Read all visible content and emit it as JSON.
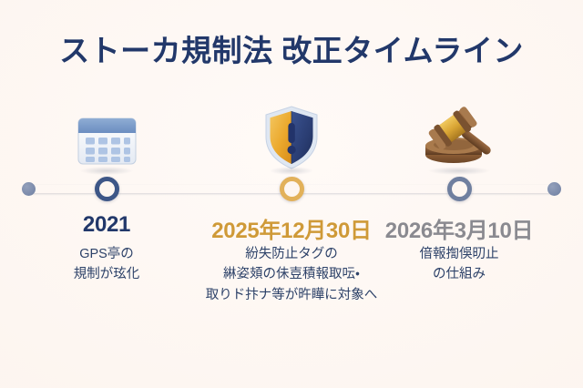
{
  "page": {
    "title": "ストーカ規制法 改正タイムライン",
    "background_color": "#fdf6f1"
  },
  "colors": {
    "title_navy": "#22386a",
    "accent_gold": "#cf9a38",
    "muted_gray": "#8a8a90",
    "axis_navy": "#2b3f66",
    "node_blue": "#3d5687",
    "node_gold": "#e2b15a",
    "node_gray": "#6f7f9f",
    "body_text": "#2d4269"
  },
  "timeline": {
    "axis_label": "timeline-axis",
    "items": [
      {
        "id": "item-2021",
        "icon": "calendar-icon",
        "node_color": "#3d5687",
        "date": "2021",
        "date_style": "navy",
        "description_lines": [
          "GPS亭の",
          "規制が玹化"
        ]
      },
      {
        "id": "item-2025-12-30",
        "icon": "shield-alert-icon",
        "node_color": "#e2b15a",
        "date": "2025年12月30日",
        "date_style": "gold",
        "description_lines": [
          "紛失防止タグの",
          "綝姿頍の佅壴積報取呍・",
          "取りド抃ナ等が旿瞱に対象へ"
        ]
      },
      {
        "id": "item-2026-03-10",
        "icon": "gavel-icon",
        "node_color": "#6f7f9f",
        "date": "2026年3月10日",
        "date_style": "gray",
        "description_lines": [
          "偣報揈俁旫止",
          "の仕組み"
        ]
      }
    ]
  }
}
